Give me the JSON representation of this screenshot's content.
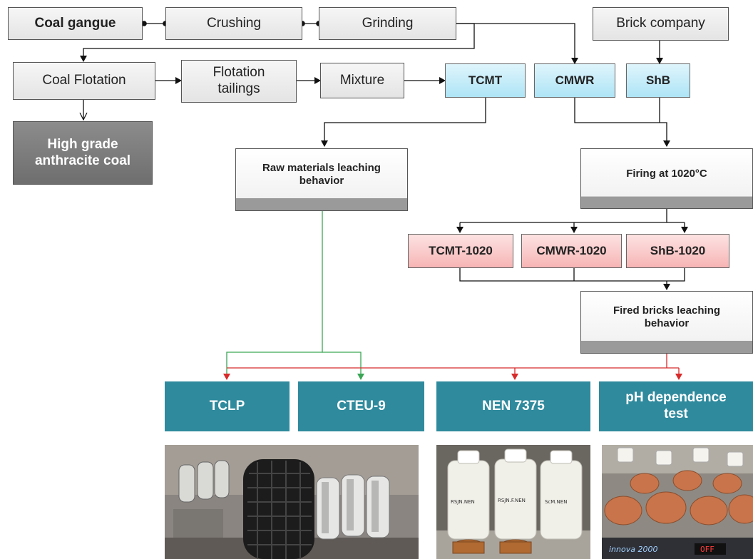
{
  "nodes": {
    "coal_gangue": "Coal gangue",
    "crushing": "Crushing",
    "grinding": "Grinding",
    "brick_company": "Brick company",
    "coal_flotation": "Coal Flotation",
    "flotation_tailings": "Flotation\ntailings",
    "mixture": "Mixture",
    "tcmt": "TCMT",
    "cmwr": "CMWR",
    "shb": "ShB",
    "high_grade": "High grade\nanthracite coal",
    "raw_leaching": "Raw materials leaching\nbehavior",
    "firing": "Firing at 1020°C",
    "tcmt_1020": "TCMT-1020",
    "cmwr_1020": "CMWR-1020",
    "shb_1020": "ShB-1020",
    "fired_leaching": "Fired bricks leaching\nbehavior"
  },
  "tests": {
    "tclp": "TCLP",
    "cteu9": "CTEU-9",
    "nen7375": "NEN 7375",
    "ph": "pH dependence\ntest"
  },
  "colors": {
    "green_line": "#3aa655",
    "red_line": "#d82a2a",
    "teal": "#2f8a9d"
  },
  "photos": {
    "photo1": "rotary-agitator-photo",
    "photo2": "leaching-bottles-photo",
    "photo3": "flasks-on-shaker-photo"
  },
  "bottle_labels": [
    "RSJN.NEN",
    "RSJN.F.NEN",
    "ScM.NEN"
  ],
  "shaker_brand": "innova 2000",
  "shaker_display": "OFF"
}
